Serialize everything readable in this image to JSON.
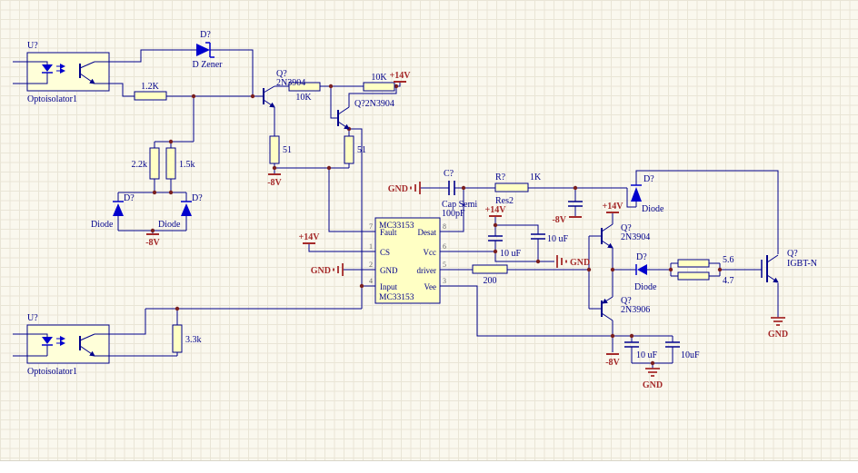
{
  "power_labels": {
    "p14": "+14V",
    "n8": "-8V",
    "gnd": "GND"
  },
  "ic": {
    "name_top": "MC33153",
    "name_bottom": "MC33153",
    "pins_left": [
      {
        "num": "7",
        "name": "Fault"
      },
      {
        "num": "1",
        "name": "CS"
      },
      {
        "num": "2",
        "name": "GND"
      },
      {
        "num": "4",
        "name": "Input"
      }
    ],
    "pins_right": [
      {
        "num": "8",
        "name": "Desat"
      },
      {
        "num": "6",
        "name": "Vcc"
      },
      {
        "num": "5",
        "name": "driver"
      },
      {
        "num": "3",
        "name": "Vee"
      }
    ]
  },
  "parts": {
    "opto1": {
      "designator": "U?",
      "comment": "Optoisolator1"
    },
    "opto2": {
      "designator": "U?",
      "comment": "Optoisolator1"
    },
    "zener": {
      "designator": "D?",
      "comment": "D Zener"
    },
    "q1": {
      "designator": "Q?",
      "comment": "2N3904"
    },
    "q2": {
      "label": "Q?2N3904"
    },
    "q3": {
      "designator": "Q?",
      "comment": "2N3904"
    },
    "q4": {
      "designator": "Q?",
      "comment": "2N3906"
    },
    "igbt": {
      "designator": "Q?",
      "comment": "IGBT-N"
    },
    "d_left1": {
      "designator": "D?",
      "comment": "Diode"
    },
    "d_left2": {
      "designator": "D?",
      "comment": "Diode"
    },
    "d_top": {
      "designator": "D?",
      "comment": "Diode"
    },
    "d_gate": {
      "designator": "D?",
      "comment": "Diode"
    },
    "r1k2": {
      "value": "1.2K"
    },
    "r10k_a": {
      "value": "10K"
    },
    "r10k_b": {
      "value": "10K"
    },
    "r51_a": {
      "value": "51"
    },
    "r51_b": {
      "value": "51"
    },
    "r2k2": {
      "value": "2.2k"
    },
    "r1k5": {
      "value": "1.5k"
    },
    "r3k3": {
      "value": "3.3k"
    },
    "r200": {
      "value": "200"
    },
    "r1k": {
      "designator": "R?",
      "comment": "Res2",
      "value": "1K"
    },
    "rg_a": {
      "value": "5.6"
    },
    "rg_b": {
      "value": "4.7"
    },
    "c_desat": {
      "designator": "C?",
      "comment": "Cap Semi",
      "value": "100pF"
    },
    "c_vcc_a": {
      "value": "10 uF"
    },
    "c_vcc_b": {
      "value": "10 uF"
    },
    "c_neg_a": {
      "value": "10 uF"
    },
    "c_neg_b": {
      "value": "10uF"
    }
  }
}
